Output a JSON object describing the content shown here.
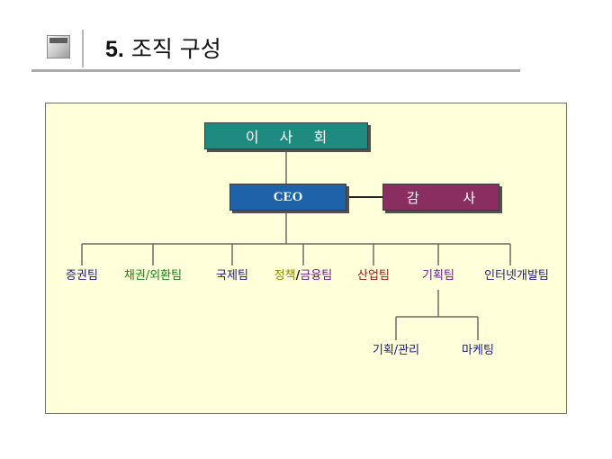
{
  "header": {
    "section_number": "5.",
    "title": "조직 구성"
  },
  "org_chart": {
    "board": "이 사 회",
    "ceo": "CEO",
    "audit": "감 사",
    "departments": [
      {
        "label": "증권팀",
        "color": "#1a1a80"
      },
      {
        "label": "채권/외환팀",
        "color": "#168016"
      },
      {
        "label": "국제팀",
        "color": "#1a1a80"
      },
      {
        "label_main": "정책",
        "label_sep": "/",
        "label_rest": "금융팀",
        "color": "#8a8a00",
        "sep_color": "#1a1a1a",
        "rest_color": "#6b1a8a"
      },
      {
        "label": "산업팀",
        "color": "#8a1a1a"
      },
      {
        "label": "기획팀",
        "color": "#6b1a8a"
      },
      {
        "label": "인터넷개발팀",
        "color": "#1a1a80"
      }
    ],
    "sub_departments": [
      {
        "label": "기획/관리"
      },
      {
        "label": "마케팅"
      }
    ]
  }
}
